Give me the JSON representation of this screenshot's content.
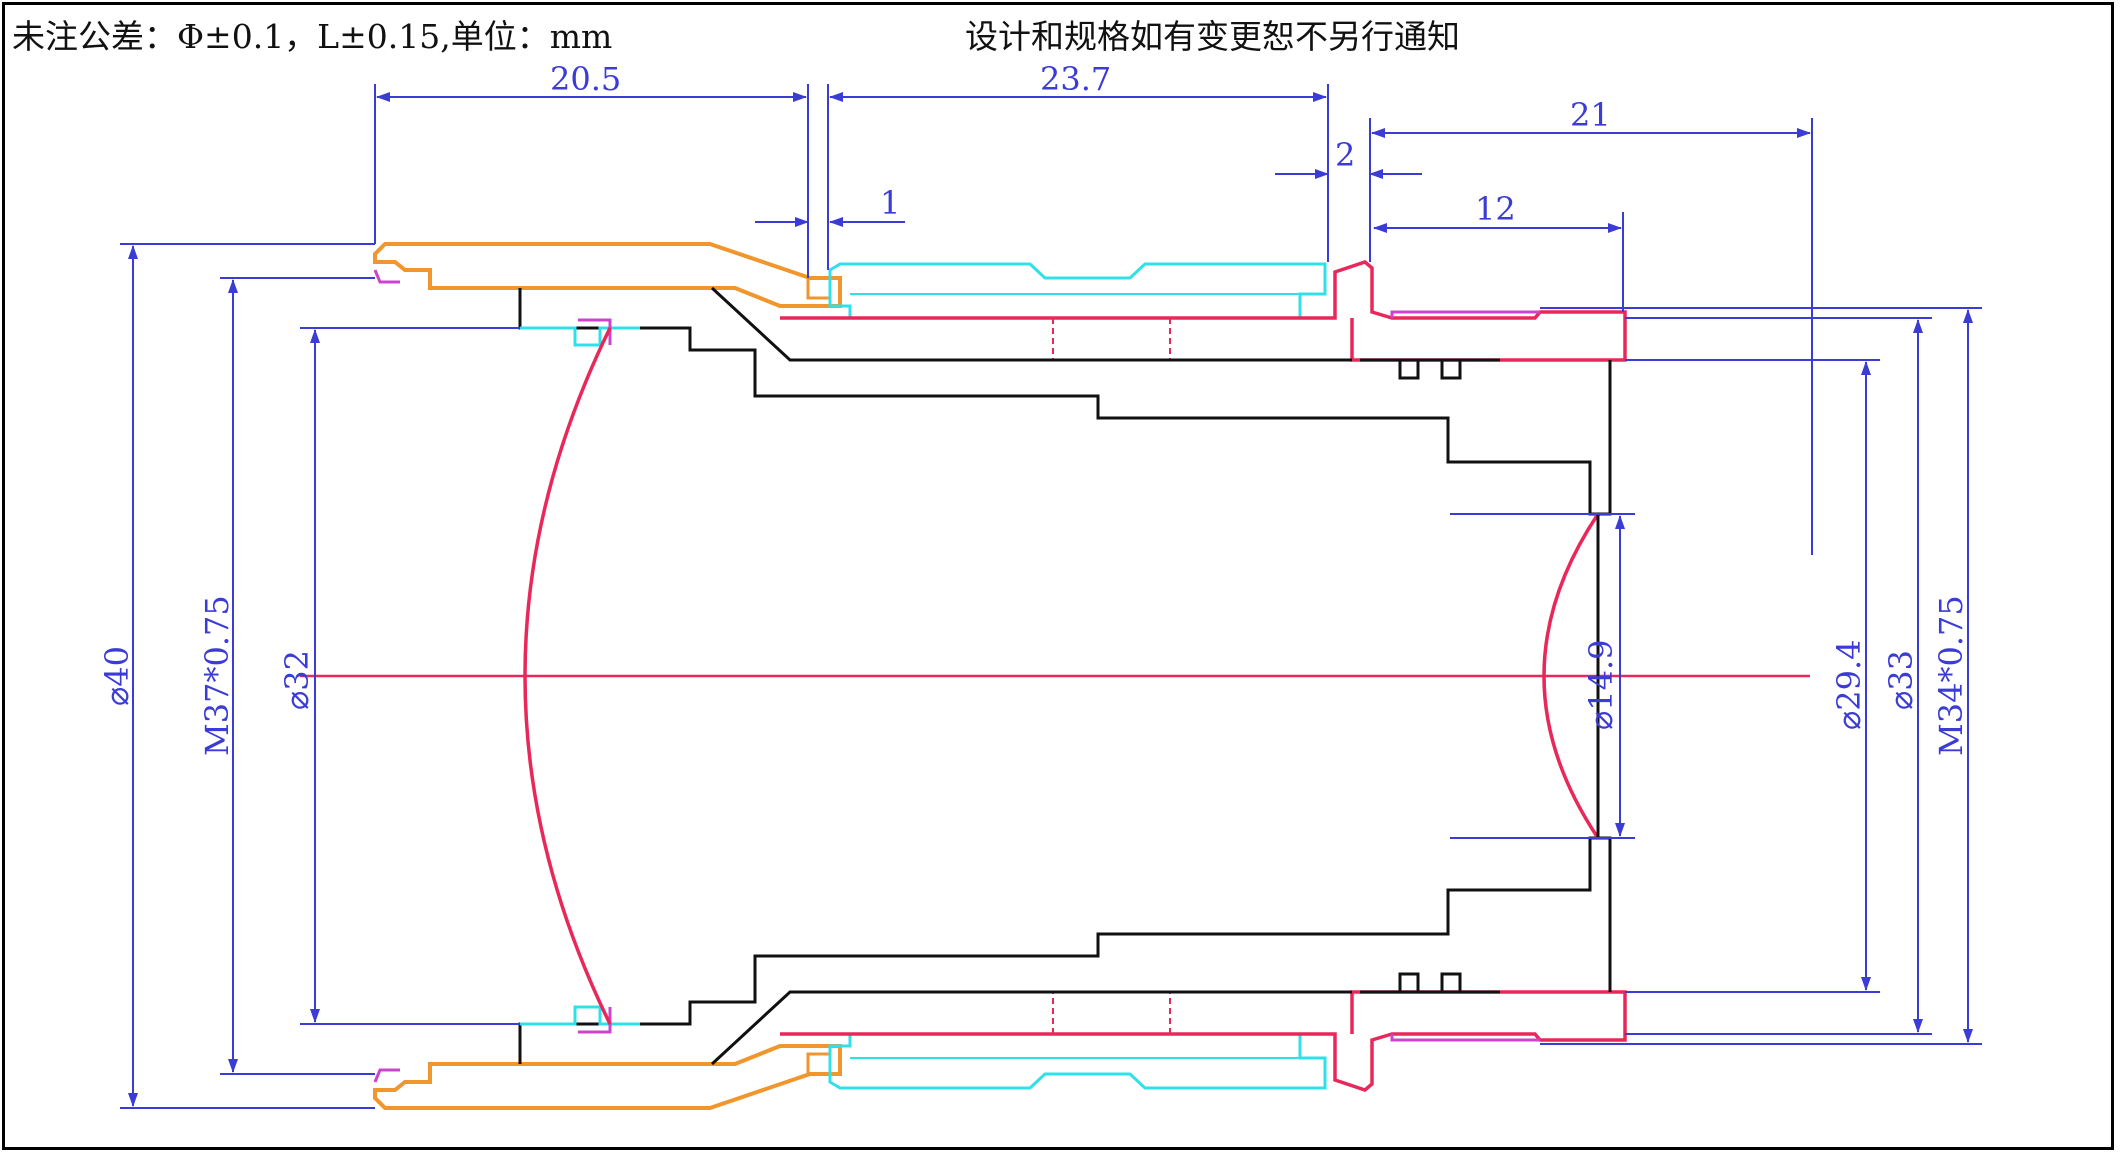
{
  "header": {
    "tolerance_note": "未注公差：Φ±0.1，L±0.15,单位：mm",
    "notice": "设计和规格如有变更恕不另行通知"
  },
  "dimensions": {
    "top_len_1": "20.5",
    "top_len_2": "23.7",
    "top_len_3": "21",
    "small_len_1": "1",
    "small_len_2": "2",
    "small_len_3": "12",
    "dia_40": "⌀40",
    "thread_m37": "M37*0.75",
    "dia_32": "⌀32",
    "dia_14_9": "⌀14.9",
    "dia_29_4": "⌀29.4",
    "dia_33": "⌀33",
    "thread_m34": "M34*0.75"
  },
  "colors": {
    "dimension": "#3b3bd6",
    "lens_outline": "#e8285a",
    "barrel_black": "#111111",
    "ring_orange": "#f0962d",
    "sleeve_cyan": "#2fe0e8",
    "accent_magenta": "#cc44cc",
    "axis": "#e8285a"
  }
}
